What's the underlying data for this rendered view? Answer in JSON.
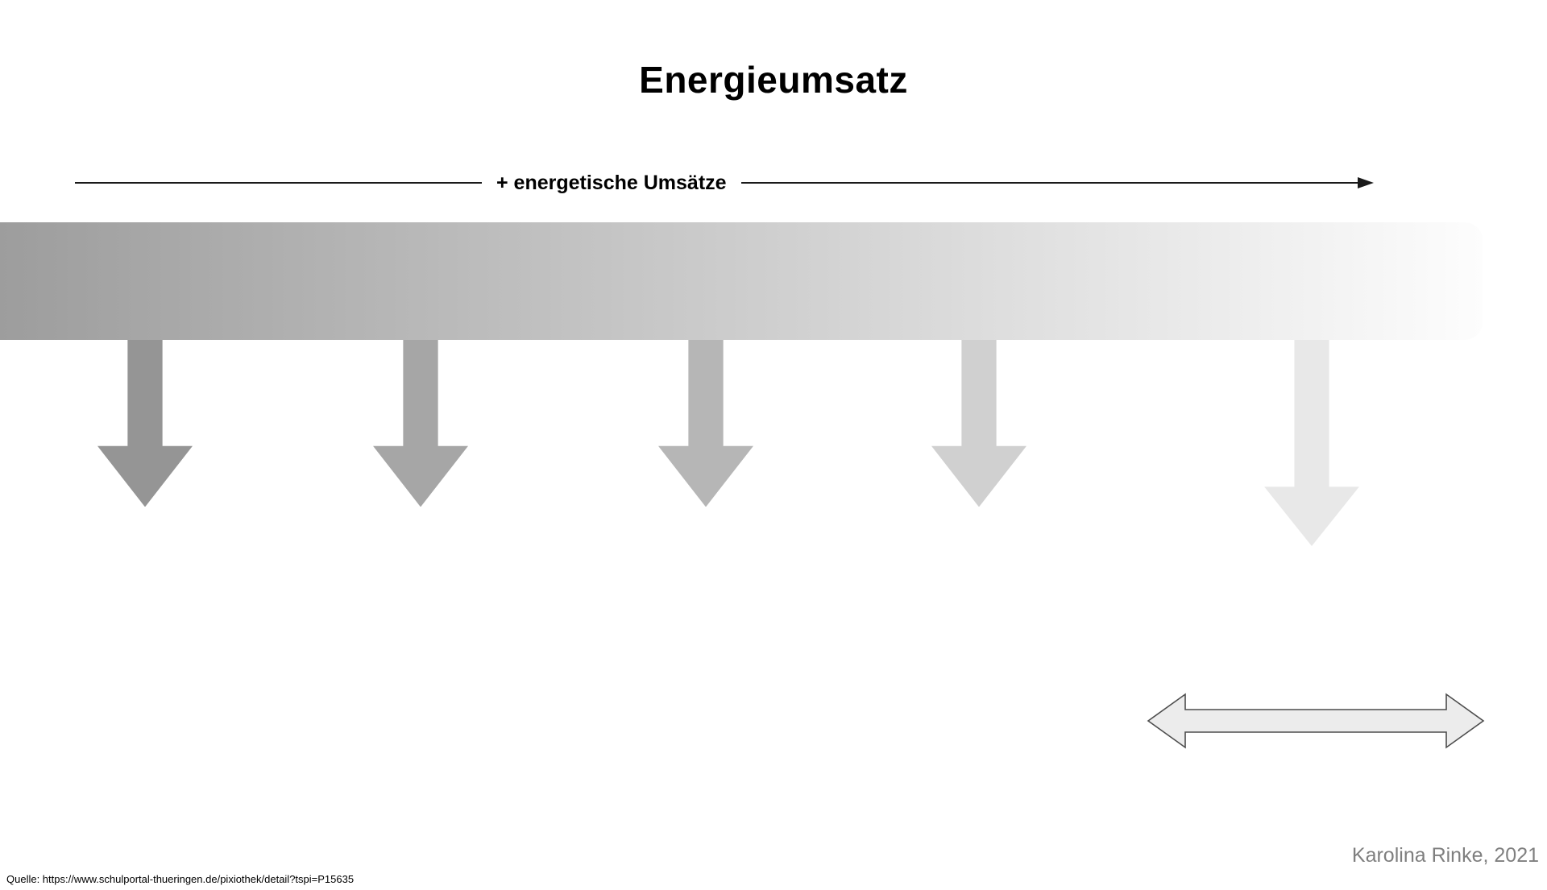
{
  "title": "Energieumsatz",
  "axis": {
    "label": "+ energetische Umsätze",
    "line_color": "#1a1a1a"
  },
  "gradient_bar": {
    "color_left": "#9d9d9d",
    "color_right": "#fdfdfd"
  },
  "down_arrows": [
    {
      "name": "down-arrow-1",
      "color": "#959595"
    },
    {
      "name": "down-arrow-2",
      "color": "#a6a6a6"
    },
    {
      "name": "down-arrow-3",
      "color": "#b6b6b6"
    },
    {
      "name": "down-arrow-4",
      "color": "#d0d0d0"
    },
    {
      "name": "down-arrow-5",
      "color": "#e8e8e8"
    }
  ],
  "double_arrow": {
    "fill": "#ececec",
    "stroke": "#4d4d4d"
  },
  "credit": "Karolina Rinke, 2021",
  "source": "Quelle: https://www.schulportal-thueringen.de/pixiothek/detail?tspi=P15635"
}
